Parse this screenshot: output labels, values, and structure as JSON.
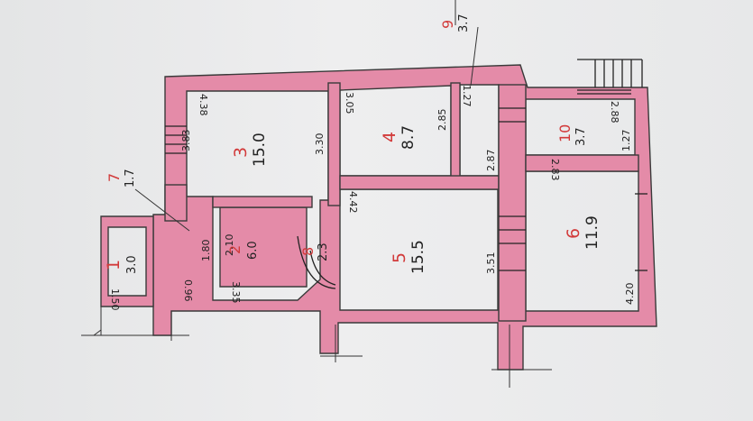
{
  "rooms": [
    {
      "id": "1",
      "area": "3.0"
    },
    {
      "id": "2",
      "area": "6.0"
    },
    {
      "id": "3",
      "area": "15.0"
    },
    {
      "id": "4",
      "area": "8.7"
    },
    {
      "id": "5",
      "area": "15.5"
    },
    {
      "id": "6",
      "area": "11.9"
    },
    {
      "id": "7",
      "area": "1.7"
    },
    {
      "id": "8",
      "area": "2.3"
    },
    {
      "id": "9",
      "area": "3.7"
    },
    {
      "id": "10",
      "area": "3.7"
    }
  ],
  "dimensions": {
    "room3_top": "4.38",
    "room3_left": "3.83",
    "room3_right": "3.30",
    "room4_top": "3.05",
    "room4_right": "2.85",
    "room4_bottom": "4.42",
    "bath_top": "1.27",
    "bath_right": "2.87",
    "room10_top": "2.88",
    "room10_left": "1.27",
    "room6_top": "2.83",
    "room6_left": "4.20",
    "room5_right": "3.51",
    "room2_left": "2.10",
    "room7_w": "1.80",
    "room2_bottom": "3.35",
    "hall_bottom": "0.96",
    "room1_bottom": "1.50"
  }
}
